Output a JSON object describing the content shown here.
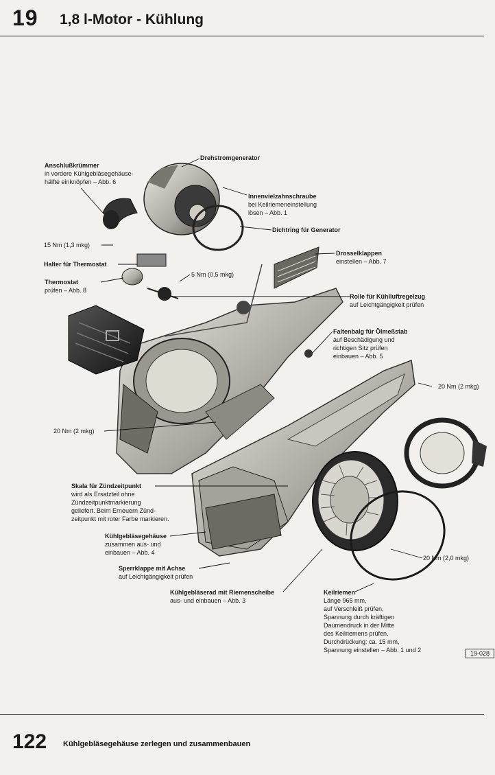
{
  "header": {
    "chapter": "19",
    "title": "1,8 l-Motor - Kühlung"
  },
  "footer": {
    "page": "122",
    "title": "Kühlgebläsegehäuse zerlegen und zusammenbauen"
  },
  "figure_code": "19-028",
  "labels": {
    "anschluss": {
      "title": "Anschlußkrümmer",
      "lines": [
        "in vordere Kühlgebläsegehäuse-",
        "hälfte einknöpfen – Abb. 6"
      ]
    },
    "drehstrom": {
      "title": "Drehstromgenerator"
    },
    "innenviel": {
      "title": "Innenvielzahnschraube",
      "lines": [
        "bei Keilriemeneinstellung",
        "lösen – Abb. 1"
      ]
    },
    "dichtring": {
      "title": "Dichtring für Generator"
    },
    "nm15": {
      "text": "15 Nm (1,3 mkg)"
    },
    "halter": {
      "title": "Halter für Thermostat"
    },
    "drossel": {
      "title": "Drosselklappen",
      "lines": [
        "einstellen – Abb. 7"
      ]
    },
    "nm5": {
      "text": "5 Nm (0,5 mkg)"
    },
    "thermostat": {
      "title": "Thermostat",
      "lines": [
        "prüfen – Abb. 8"
      ]
    },
    "rolle": {
      "title": "Rolle für Kühlluftregelzug",
      "lines": [
        "auf Leichtgängigkeit prüfen"
      ]
    },
    "faltenbalg": {
      "title": "Faltenbalg für Ölmeßstab",
      "lines": [
        "auf Beschädigung und",
        "richtigen Sitz prüfen",
        "einbauen – Abb. 5"
      ]
    },
    "nm20a": {
      "text": "20 Nm (2 mkg)"
    },
    "nm20b": {
      "text": "20 Nm (2 mkg)"
    },
    "skala": {
      "title": "Skala für Zündzeitpunkt",
      "lines": [
        "wird als Ersatzteil ohne",
        "Zündzeitpunktmarkierung",
        "geliefert. Beim Erneuern Zünd-",
        "zeitpunkt mit roter Farbe markieren."
      ]
    },
    "kuehlgehaeuse": {
      "title": "Kühlgebläsegehäuse",
      "lines": [
        "zusammen aus- und",
        "einbauen – Abb. 4"
      ]
    },
    "nm20c": {
      "text": "20 Nm (2,0 mkg)"
    },
    "sperrklappe": {
      "title": "Sperrklappe mit Achse",
      "lines": [
        "auf Leichtgängigkeit prüfen"
      ]
    },
    "kuehlrad": {
      "title": "Kühlgebläserad mit Riemenscheibe",
      "lines": [
        "aus- und einbauen – Abb. 3"
      ]
    },
    "keilriemen": {
      "title": "Keilriemen",
      "lines": [
        "Länge 965 mm,",
        "auf Verschleiß prüfen,",
        "Spannung durch kräftigen",
        "Daumendruck in der Mitte",
        "des Keilriemens prüfen.",
        "Durchdrückung: ca. 15 mm,",
        "Spannung einstellen – Abb. 1 und 2"
      ]
    }
  }
}
